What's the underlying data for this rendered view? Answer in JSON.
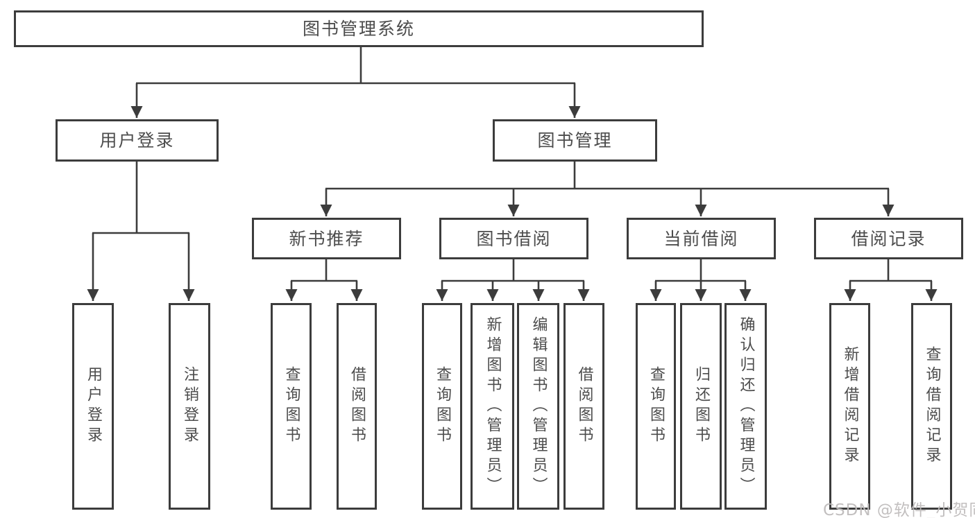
{
  "colors": {
    "line": "#3c3c3c",
    "text": "#4c4c4c",
    "background": "#ffffff",
    "watermark": "#bdbaba"
  },
  "watermark": {
    "text": "CSDN @软件_小贺同学"
  },
  "tree": {
    "label": "图书管理系统",
    "children": [
      {
        "label": "用户登录",
        "children": [
          {
            "label": "用户登录"
          },
          {
            "label": "注销登录"
          }
        ]
      },
      {
        "label": "图书管理",
        "children": [
          {
            "label": "新书推荐",
            "children": [
              {
                "label": "查询图书"
              },
              {
                "label": "借阅图书"
              }
            ]
          },
          {
            "label": "图书借阅",
            "children": [
              {
                "label": "查询图书"
              },
              {
                "label": "新增图书（管理员）"
              },
              {
                "label": "编辑图书（管理员）"
              },
              {
                "label": "借阅图书"
              }
            ]
          },
          {
            "label": "当前借阅",
            "children": [
              {
                "label": "查询图书"
              },
              {
                "label": "归还图书"
              },
              {
                "label": "确认归还（管理员）"
              }
            ]
          },
          {
            "label": "借阅记录",
            "children": [
              {
                "label": "新增借阅记录"
              },
              {
                "label": "查询借阅记录"
              }
            ]
          }
        ]
      }
    ]
  }
}
